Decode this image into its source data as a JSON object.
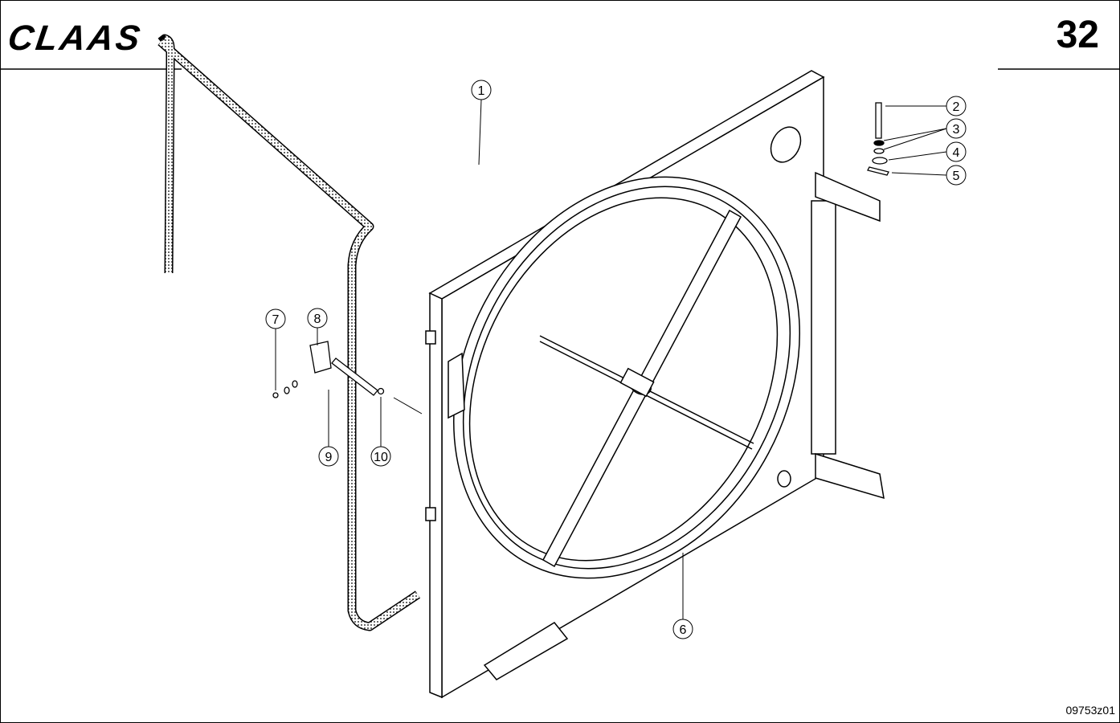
{
  "header": {
    "brand": "CLAAS",
    "page_number": "32"
  },
  "footer": {
    "drawing_number": "09753z01"
  },
  "callouts": [
    "1",
    "2",
    "3",
    "4",
    "5",
    "6",
    "7",
    "8",
    "9",
    "10"
  ]
}
